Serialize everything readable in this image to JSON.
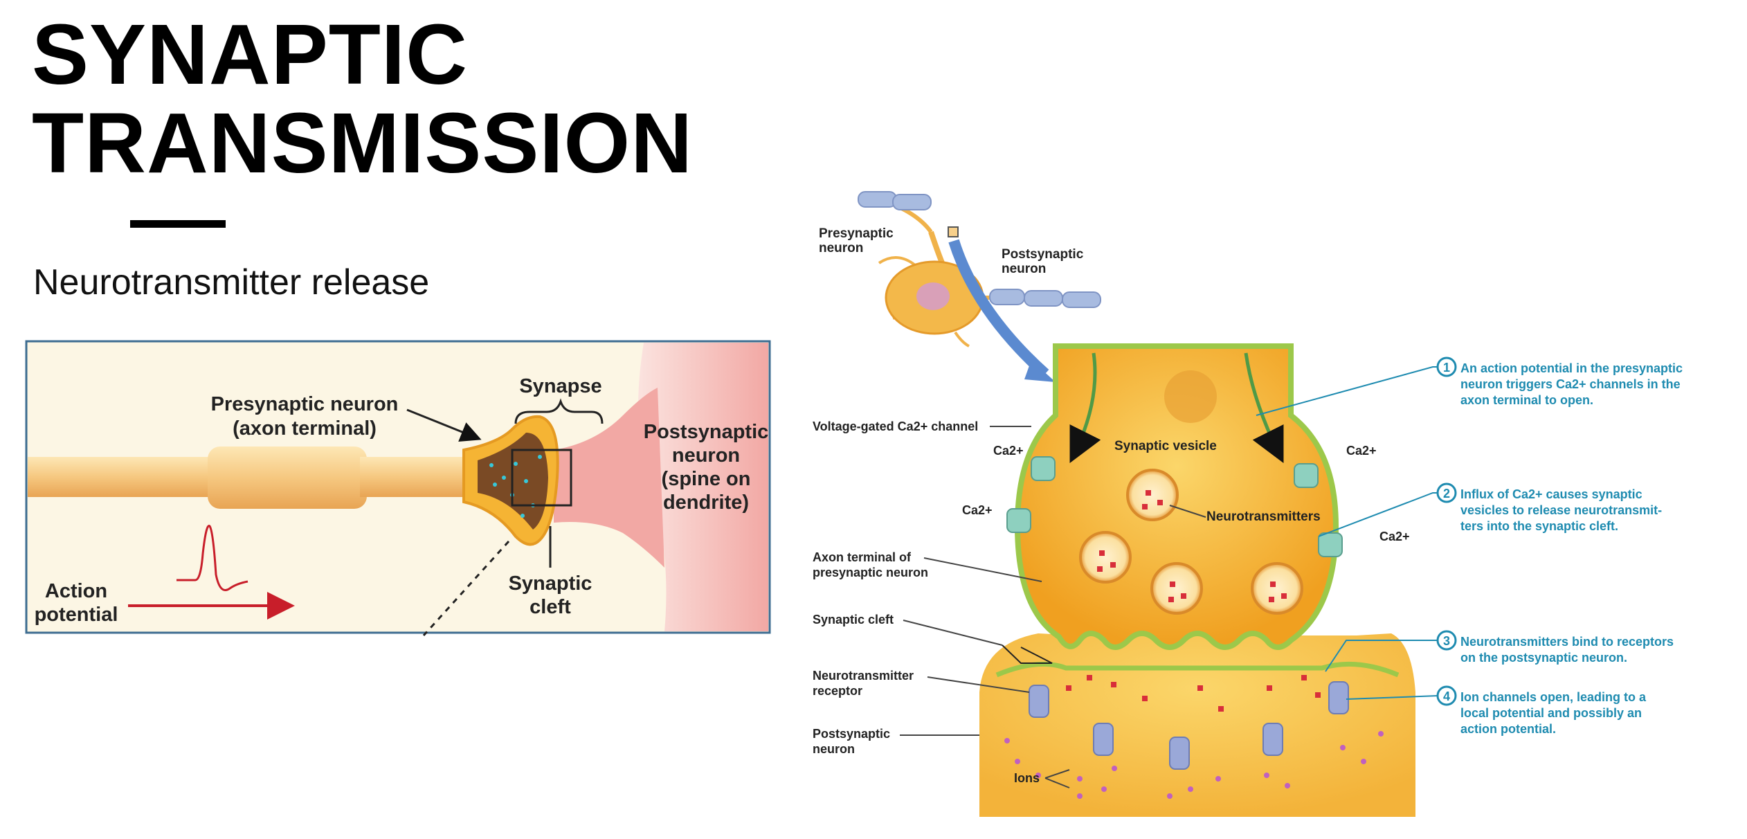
{
  "title": {
    "line1": "SYNAPTIC",
    "line2": "TRANSMISSION"
  },
  "subtitle": "Neurotransmitter release",
  "left_figure": {
    "presynaptic_line1": "Presynaptic neuron",
    "presynaptic_line2": "(axon terminal)",
    "synapse": "Synapse",
    "postsynaptic_line1": "Postsynaptic",
    "postsynaptic_line2": "neuron",
    "postsynaptic_line3": "(spine on",
    "postsynaptic_line4": "dendrite)",
    "action_line1": "Action",
    "action_line2": "potential",
    "cleft_line1": "Synaptic",
    "cleft_line2": "cleft"
  },
  "right_figure": {
    "presynaptic_line1": "Presynaptic",
    "presynaptic_line2": "neuron",
    "postsynaptic_line1": "Postsynaptic",
    "postsynaptic_line2": "neuron",
    "vgcc_label": "Voltage-gated Ca2+ channel",
    "ca_label": "Ca2+",
    "synaptic_vesicle": "Synaptic vesicle",
    "neurotransmitters": "Neurotransmitters",
    "axon_terminal_line1": "Axon terminal of",
    "axon_terminal_line2": "presynaptic neuron",
    "synaptic_cleft": "Synaptic cleft",
    "receptor_line1": "Neurotransmitter",
    "receptor_line2": "receptor",
    "postsynaptic_line1b": "Postsynaptic",
    "postsynaptic_line2b": "neuron",
    "ions": "Ions"
  },
  "steps": [
    {
      "num": "1",
      "lines": [
        "An action potential in the presynaptic",
        "neuron triggers Ca2+ channels in the",
        "axon terminal to open."
      ]
    },
    {
      "num": "2",
      "lines": [
        "Influx of Ca2+ causes synaptic",
        "vesicles to release neurotransmit-",
        "ters into the synaptic cleft."
      ]
    },
    {
      "num": "3",
      "lines": [
        "Neurotransmitters bind to receptors",
        "on the postsynaptic neuron."
      ]
    },
    {
      "num": "4",
      "lines": [
        "Ion channels open, leading to a",
        "local potential and possibly an",
        "action potential."
      ]
    }
  ],
  "colors": {
    "accent_blue": "#1e8bb0",
    "terminal_gold": "#f5b434",
    "post_pink": "#f2a8a4",
    "membrane_green": "#9cc84a"
  }
}
